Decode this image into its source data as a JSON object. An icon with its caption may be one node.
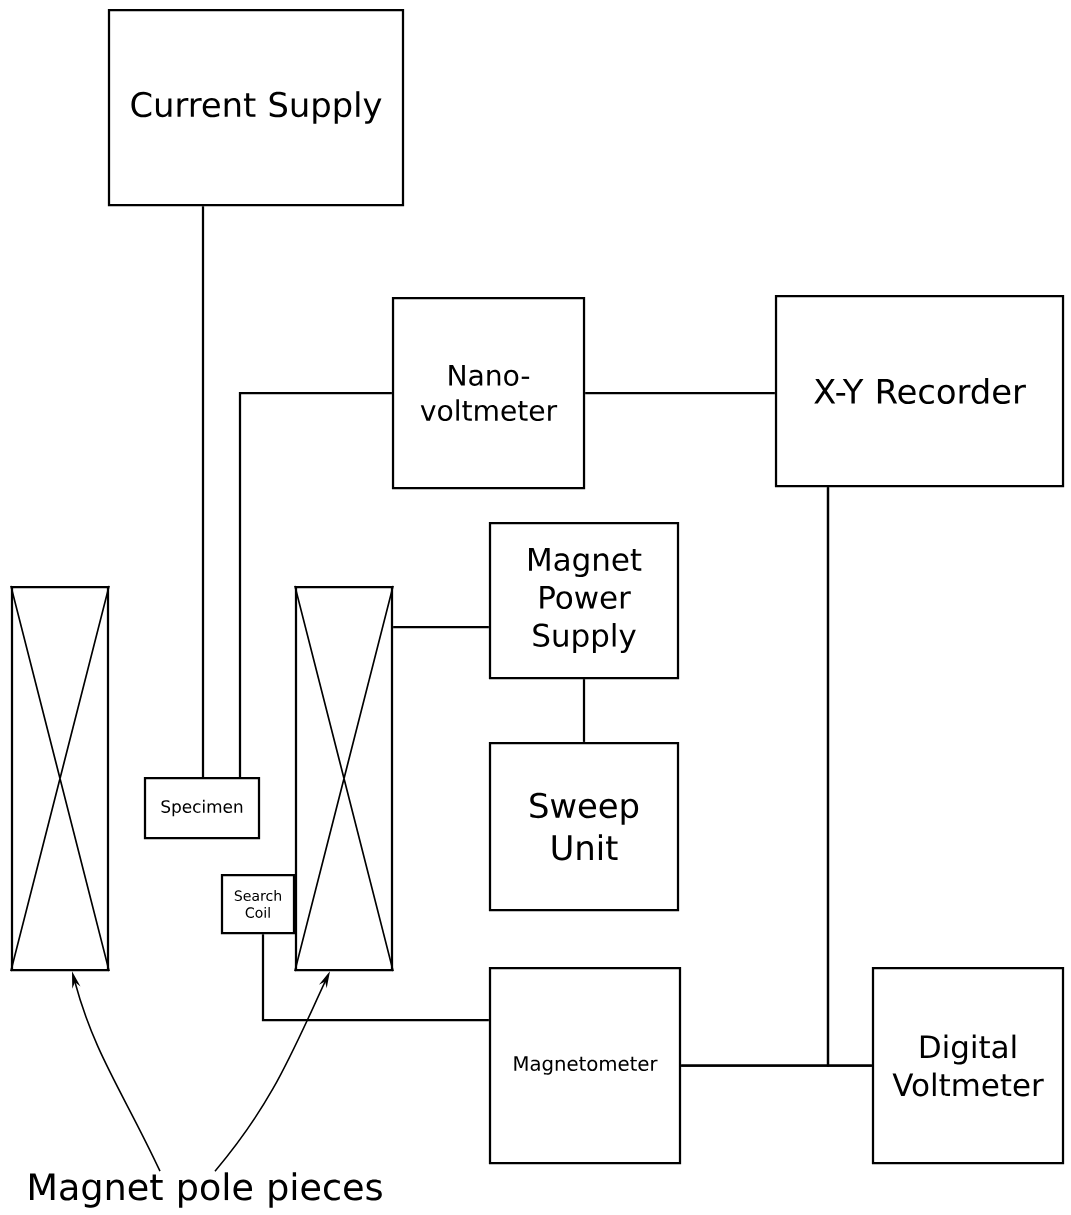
{
  "diagram": {
    "nodes": [
      {
        "text": [
          "Current Supply"
        ]
      },
      {
        "text": [
          "Nano- voltmeter"
        ]
      },
      {
        "text": [
          "X-Y Recorder"
        ]
      },
      {
        "text": [],
        "shape": "box"
      },
      {
        "text": [
          "Specimen"
        ]
      },
      {
        "text": [],
        "shape": "box"
      },
      {
        "text": [
          "Magnet Power Supply"
        ]
      },
      {
        "text": [
          "Sweep Unit"
        ]
      },
      {
        "text": [
          "Search Coil"
        ]
      },
      {
        "text": [
          "Magnetometer"
        ]
      },
      {
        "text": [
          "Digital Voltmeter"
        ]
      },
      {
        "text": [
          "Magnet pole pieces"
        ]
      }
    ],
    "edges": [
      {
        "from": 0,
        "to": 4,
        "arrow": "none"
      },
      {
        "from": 4,
        "to": 1,
        "arrow": "none"
      },
      {
        "from": 1,
        "to": 2,
        "arrow": "none"
      },
      {
        "from": 5,
        "to": 6,
        "arrow": "none"
      },
      {
        "from": 6,
        "to": 7,
        "arrow": "none"
      },
      {
        "from": 8,
        "to": 9,
        "arrow": "none"
      },
      {
        "from": 9,
        "to": 10,
        "arrow": "none"
      },
      {
        "from": 2,
        "to": 9,
        "arrow": "none"
      },
      {
        "from": 2,
        "to": 10,
        "arrow": "none"
      },
      {
        "from": 11,
        "to": 3,
        "arrow": "to"
      },
      {
        "from": 11,
        "to": 5,
        "arrow": "to"
      }
    ]
  }
}
